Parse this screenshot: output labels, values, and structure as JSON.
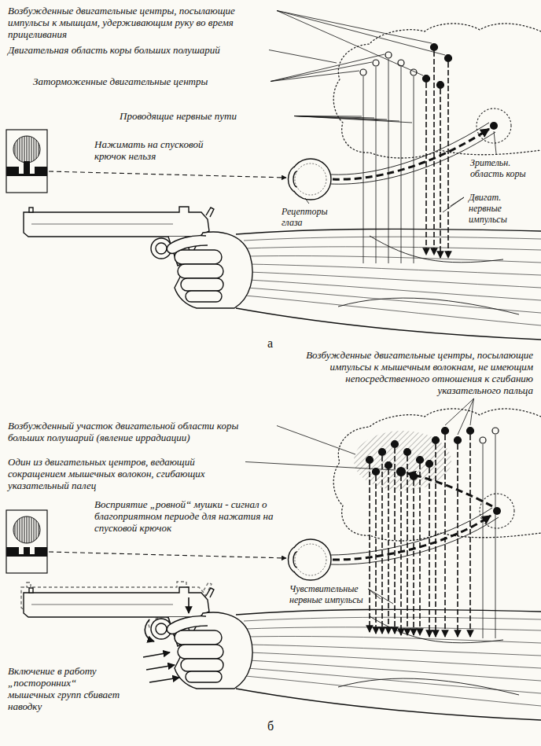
{
  "diagram": {
    "labels": [
      "Возбужденные двигательные центры, посылающие импульсы к мышцам, удерживающим руку во время прицеливания",
      "Двигательная область коры больших полушарий",
      "Заторможенные двигательные центры",
      "Проводящие нервные пути",
      "Нажимать на спусковой крючок нельзя",
      "Зрительн. область коры",
      "Рецепторы глаза",
      "Двигат. нервные импульсы",
      "а",
      "Возбужденные двигательные центры, посылающие импульсы к мышечным волокнам, не имеющим непосредственного отношения к сгибанию указательного пальца",
      "Возбужденный участок двигательной области коры больших полушарий (явление иррадиации)",
      "Один из двигательных центров, ведающий сокращением мышечных волокон, сгибающих указательный палец",
      "Восприятие „ровной“ мушки - сигнал о благоприятном периоде для нажатия на спусковой крючок",
      "Чувствительные нервные импульсы",
      "Включение в работу „посторонних“ мышечных групп сбивает наводку",
      "б"
    ]
  }
}
